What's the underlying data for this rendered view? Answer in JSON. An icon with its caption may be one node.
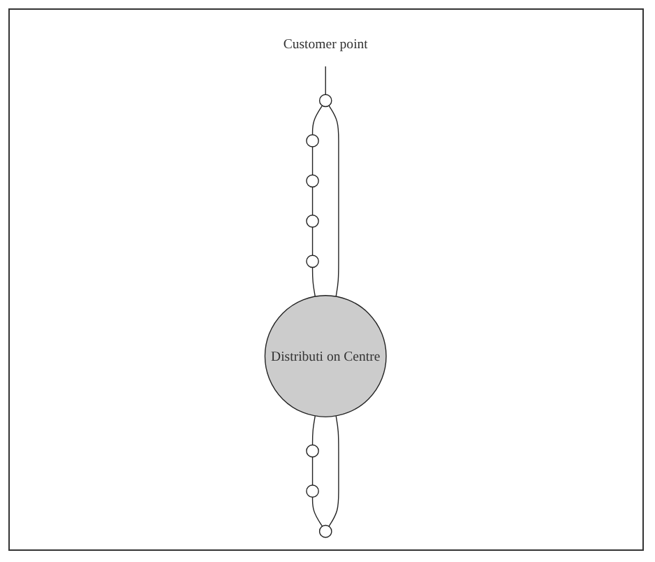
{
  "diagram": {
    "nodes": [
      {
        "text": [
          "Customer point"
        ]
      },
      {
        "text": [],
        "shape": "circle"
      },
      {
        "text": [],
        "shape": "circle"
      },
      {
        "text": [],
        "shape": "circle"
      },
      {
        "text": [],
        "shape": "circle"
      },
      {
        "text": [
          "Distributi on Centre"
        ]
      },
      {
        "text": [],
        "shape": "circle"
      },
      {
        "text": [],
        "shape": "circle"
      },
      {
        "text": [],
        "shape": "circle"
      },
      {
        "text": [],
        "shape": "circle"
      }
    ],
    "edges": [
      {
        "from": 0,
        "to": 2,
        "arrow": "none"
      },
      {
        "from": 5,
        "to": 2,
        "arrow": "none"
      },
      {
        "from": 2,
        "to": 1,
        "arrow": "none"
      },
      {
        "from": 1,
        "to": 3,
        "arrow": "none"
      },
      {
        "from": 3,
        "to": 4,
        "arrow": "none"
      },
      {
        "from": 4,
        "to": 7,
        "arrow": "none"
      },
      {
        "from": 7,
        "to": 5,
        "arrow": "none"
      },
      {
        "from": 5,
        "to": 6,
        "arrow": "none"
      },
      {
        "from": 6,
        "to": 8,
        "arrow": "none"
      },
      {
        "from": 8,
        "to": 9,
        "arrow": "none"
      },
      {
        "from": 9,
        "to": 5,
        "arrow": "none"
      }
    ]
  }
}
